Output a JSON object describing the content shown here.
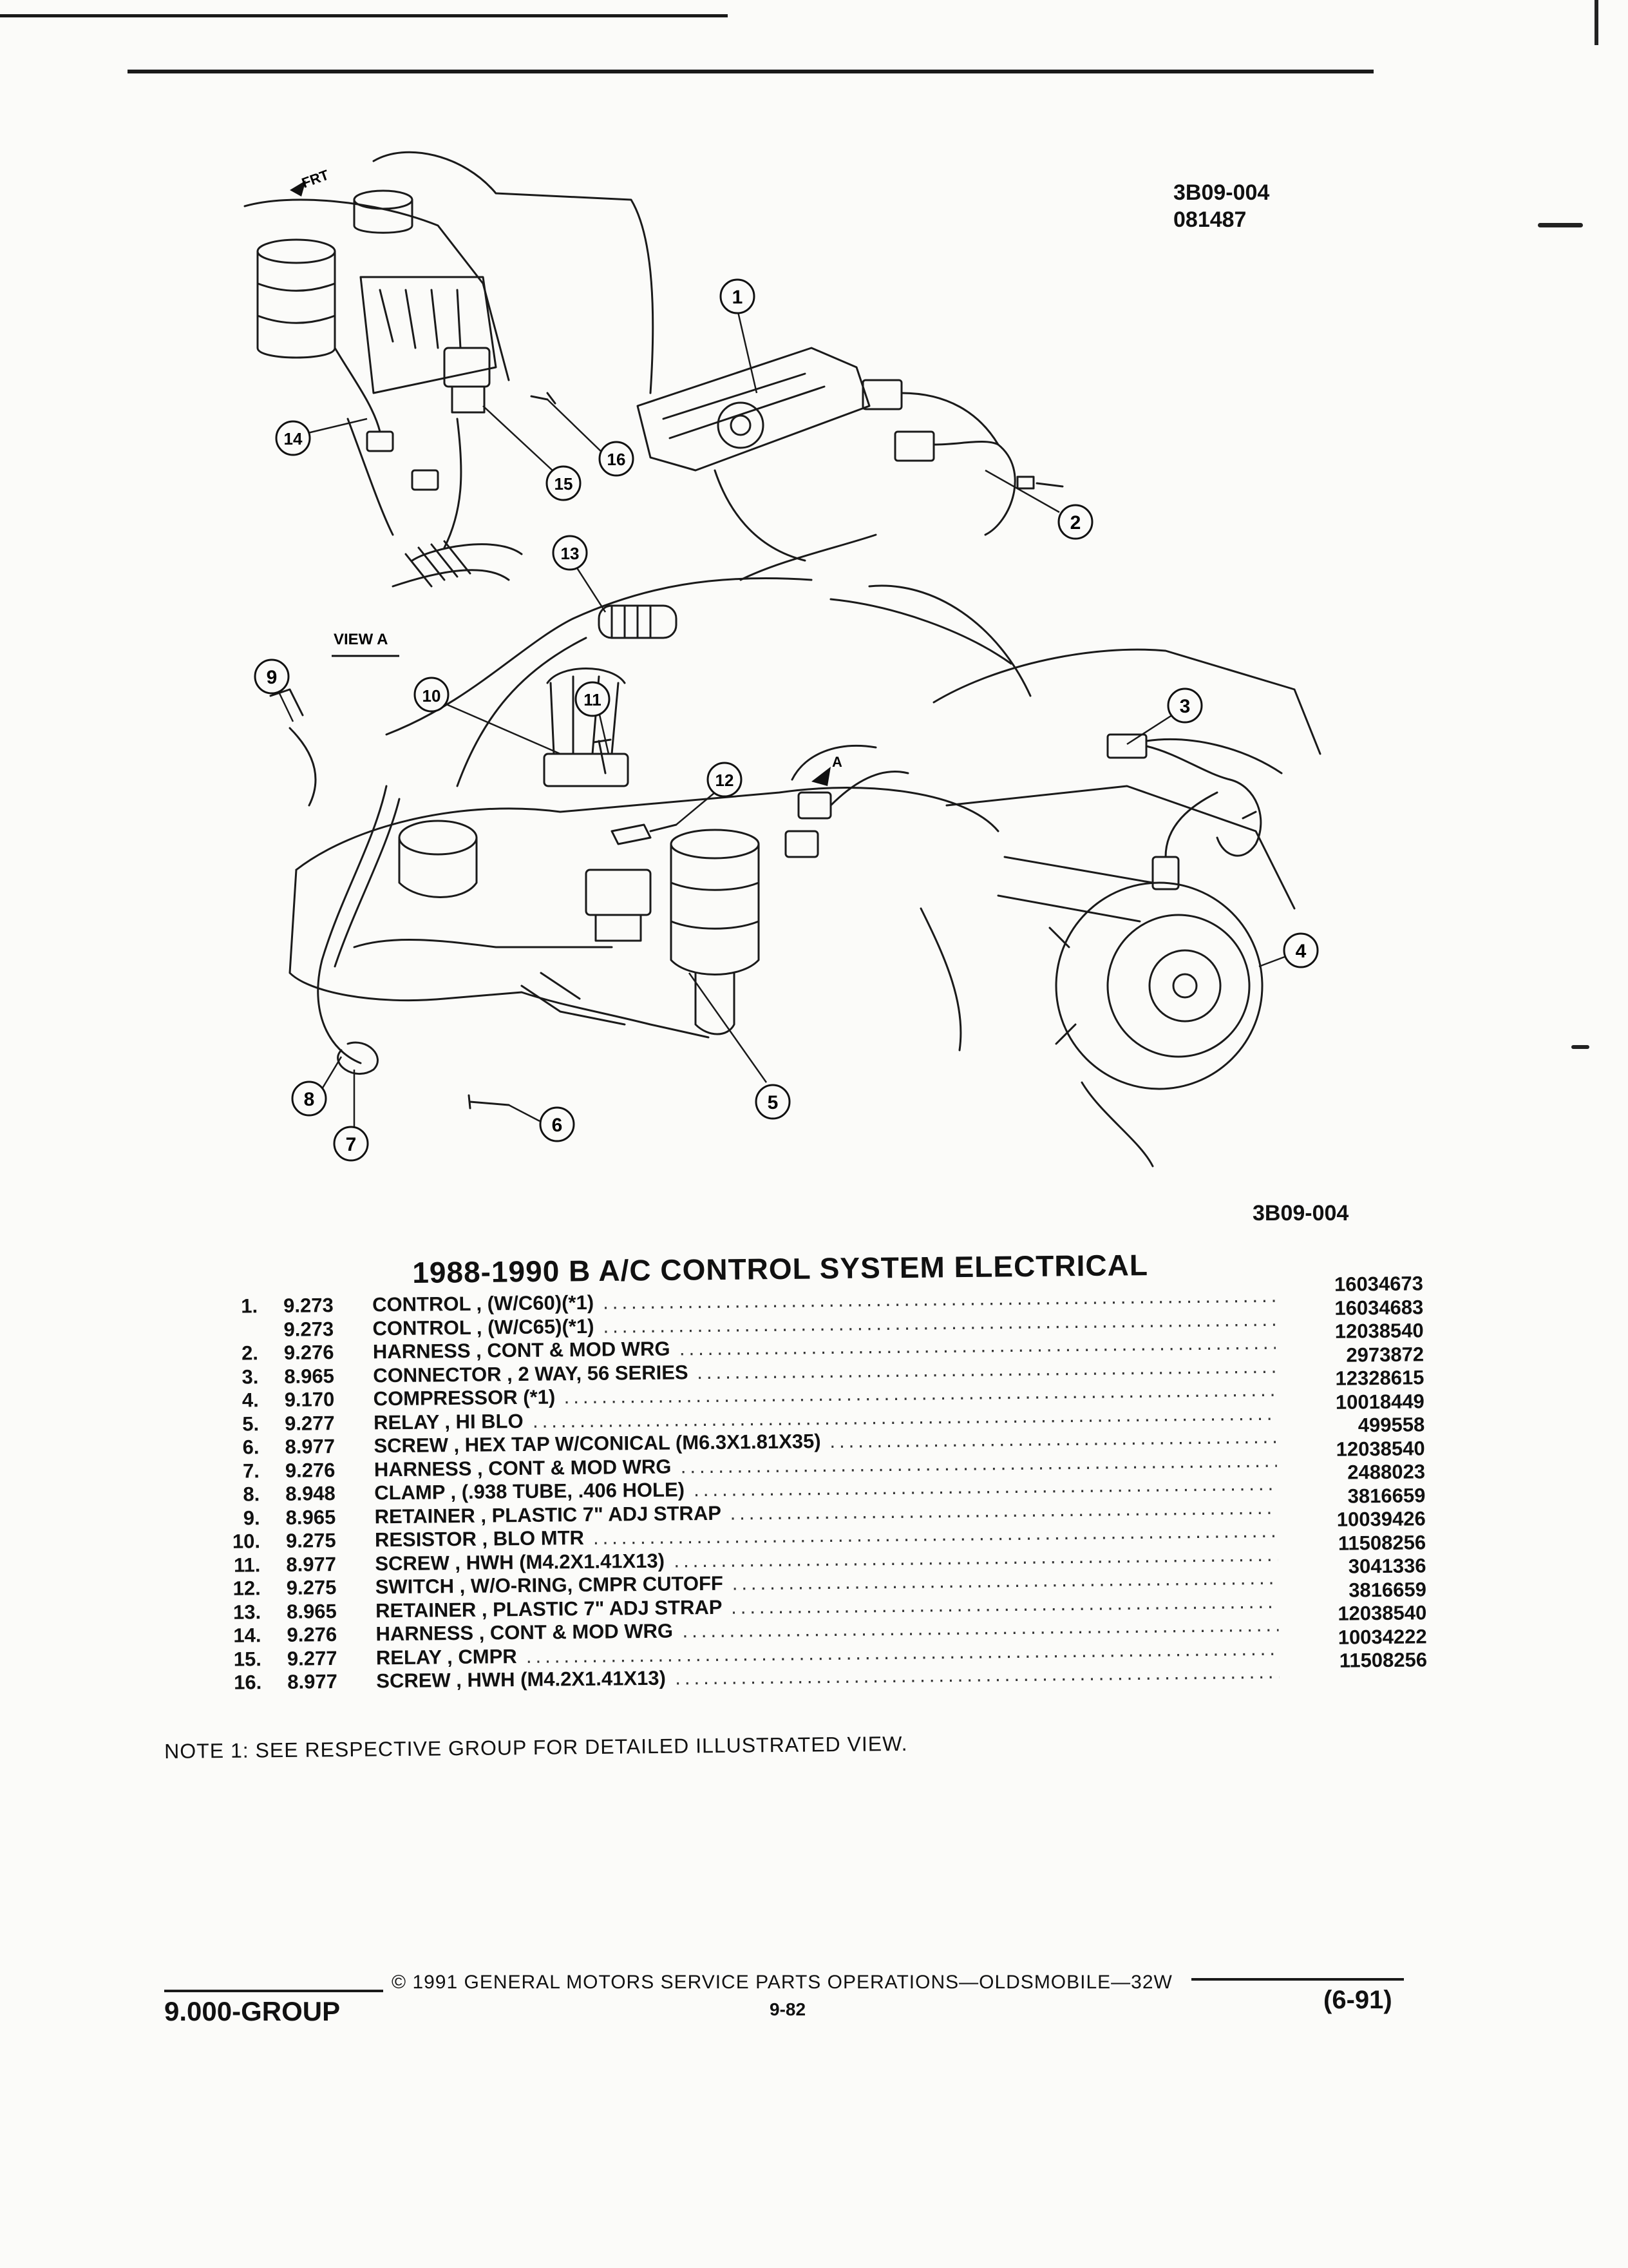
{
  "header": {
    "drawing_id": "3B09-004",
    "drawing_date": "081487"
  },
  "figure": {
    "labels": {
      "front": "FRT",
      "view_a": "VIEW A",
      "arrow_a": "A"
    },
    "callouts": [
      "1",
      "2",
      "3",
      "4",
      "5",
      "6",
      "7",
      "8",
      "9",
      "10",
      "11",
      "12",
      "13",
      "14",
      "15",
      "16"
    ],
    "caption_id": "3B09-004"
  },
  "section_title": "1988-1990 B A/C CONTROL SYSTEM ELECTRICAL",
  "parts_list": [
    {
      "num": "1.",
      "group": "9.273",
      "desc": "CONTROL , (W/C60)(*1)",
      "part": "16034673"
    },
    {
      "num": "",
      "group": "9.273",
      "desc": "CONTROL , (W/C65)(*1)",
      "part": "16034683"
    },
    {
      "num": "2.",
      "group": "9.276",
      "desc": "HARNESS , CONT & MOD WRG",
      "part": "12038540"
    },
    {
      "num": "3.",
      "group": "8.965",
      "desc": "CONNECTOR , 2 WAY, 56 SERIES",
      "part": "2973872"
    },
    {
      "num": "4.",
      "group": "9.170",
      "desc": "COMPRESSOR (*1)",
      "part": "12328615"
    },
    {
      "num": "5.",
      "group": "9.277",
      "desc": "RELAY , HI BLO",
      "part": "10018449"
    },
    {
      "num": "6.",
      "group": "8.977",
      "desc": "SCREW , HEX TAP W/CONICAL (M6.3X1.81X35)",
      "part": "499558"
    },
    {
      "num": "7.",
      "group": "9.276",
      "desc": "HARNESS , CONT & MOD WRG",
      "part": "12038540"
    },
    {
      "num": "8.",
      "group": "8.948",
      "desc": "CLAMP , (.938 TUBE, .406 HOLE)",
      "part": "2488023"
    },
    {
      "num": "9.",
      "group": "8.965",
      "desc": "RETAINER , PLASTIC 7\" ADJ STRAP",
      "part": "3816659"
    },
    {
      "num": "10.",
      "group": "9.275",
      "desc": "RESISTOR , BLO MTR",
      "part": "10039426"
    },
    {
      "num": "11.",
      "group": "8.977",
      "desc": "SCREW , HWH (M4.2X1.41X13)",
      "part": "11508256"
    },
    {
      "num": "12.",
      "group": "9.275",
      "desc": "SWITCH , W/O-RING, CMPR CUTOFF",
      "part": "3041336"
    },
    {
      "num": "13.",
      "group": "8.965",
      "desc": "RETAINER , PLASTIC 7\" ADJ STRAP",
      "part": "3816659"
    },
    {
      "num": "14.",
      "group": "9.276",
      "desc": "HARNESS , CONT & MOD WRG",
      "part": "12038540"
    },
    {
      "num": "15.",
      "group": "9.277",
      "desc": "RELAY , CMPR",
      "part": "10034222"
    },
    {
      "num": "16.",
      "group": "8.977",
      "desc": "SCREW , HWH (M4.2X1.41X13)",
      "part": "11508256"
    }
  ],
  "note": "NOTE 1: SEE RESPECTIVE GROUP FOR DETAILED ILLUSTRATED VIEW.",
  "footer": {
    "copyright": "© 1991 GENERAL MOTORS SERVICE PARTS OPERATIONS—OLDSMOBILE—32W",
    "page": "9-82",
    "group": "9.000-GROUP",
    "date": "(6-91)"
  }
}
